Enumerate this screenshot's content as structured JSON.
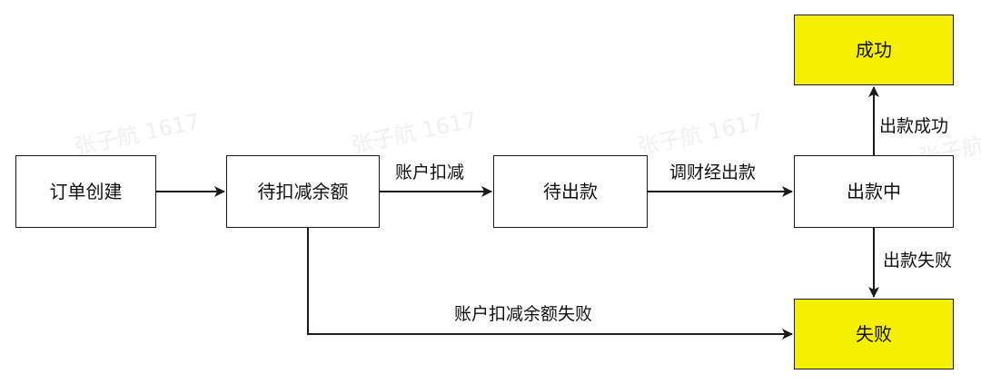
{
  "nodes": {
    "order_created": "订单创建",
    "pending_deduct": "待扣减余额",
    "pending_payout": "待出款",
    "paying_out": "出款中",
    "success": "成功",
    "failure": "失败"
  },
  "edges": {
    "account_deducted": "账户扣减",
    "call_payout": "调财经出款",
    "payout_success": "出款成功",
    "payout_failed": "出款失败",
    "deduct_failed": "账户扣减余额失败"
  },
  "watermark": "张子航 1617",
  "colors": {
    "highlight": "#f5f000",
    "stroke": "#1a1a1a"
  }
}
